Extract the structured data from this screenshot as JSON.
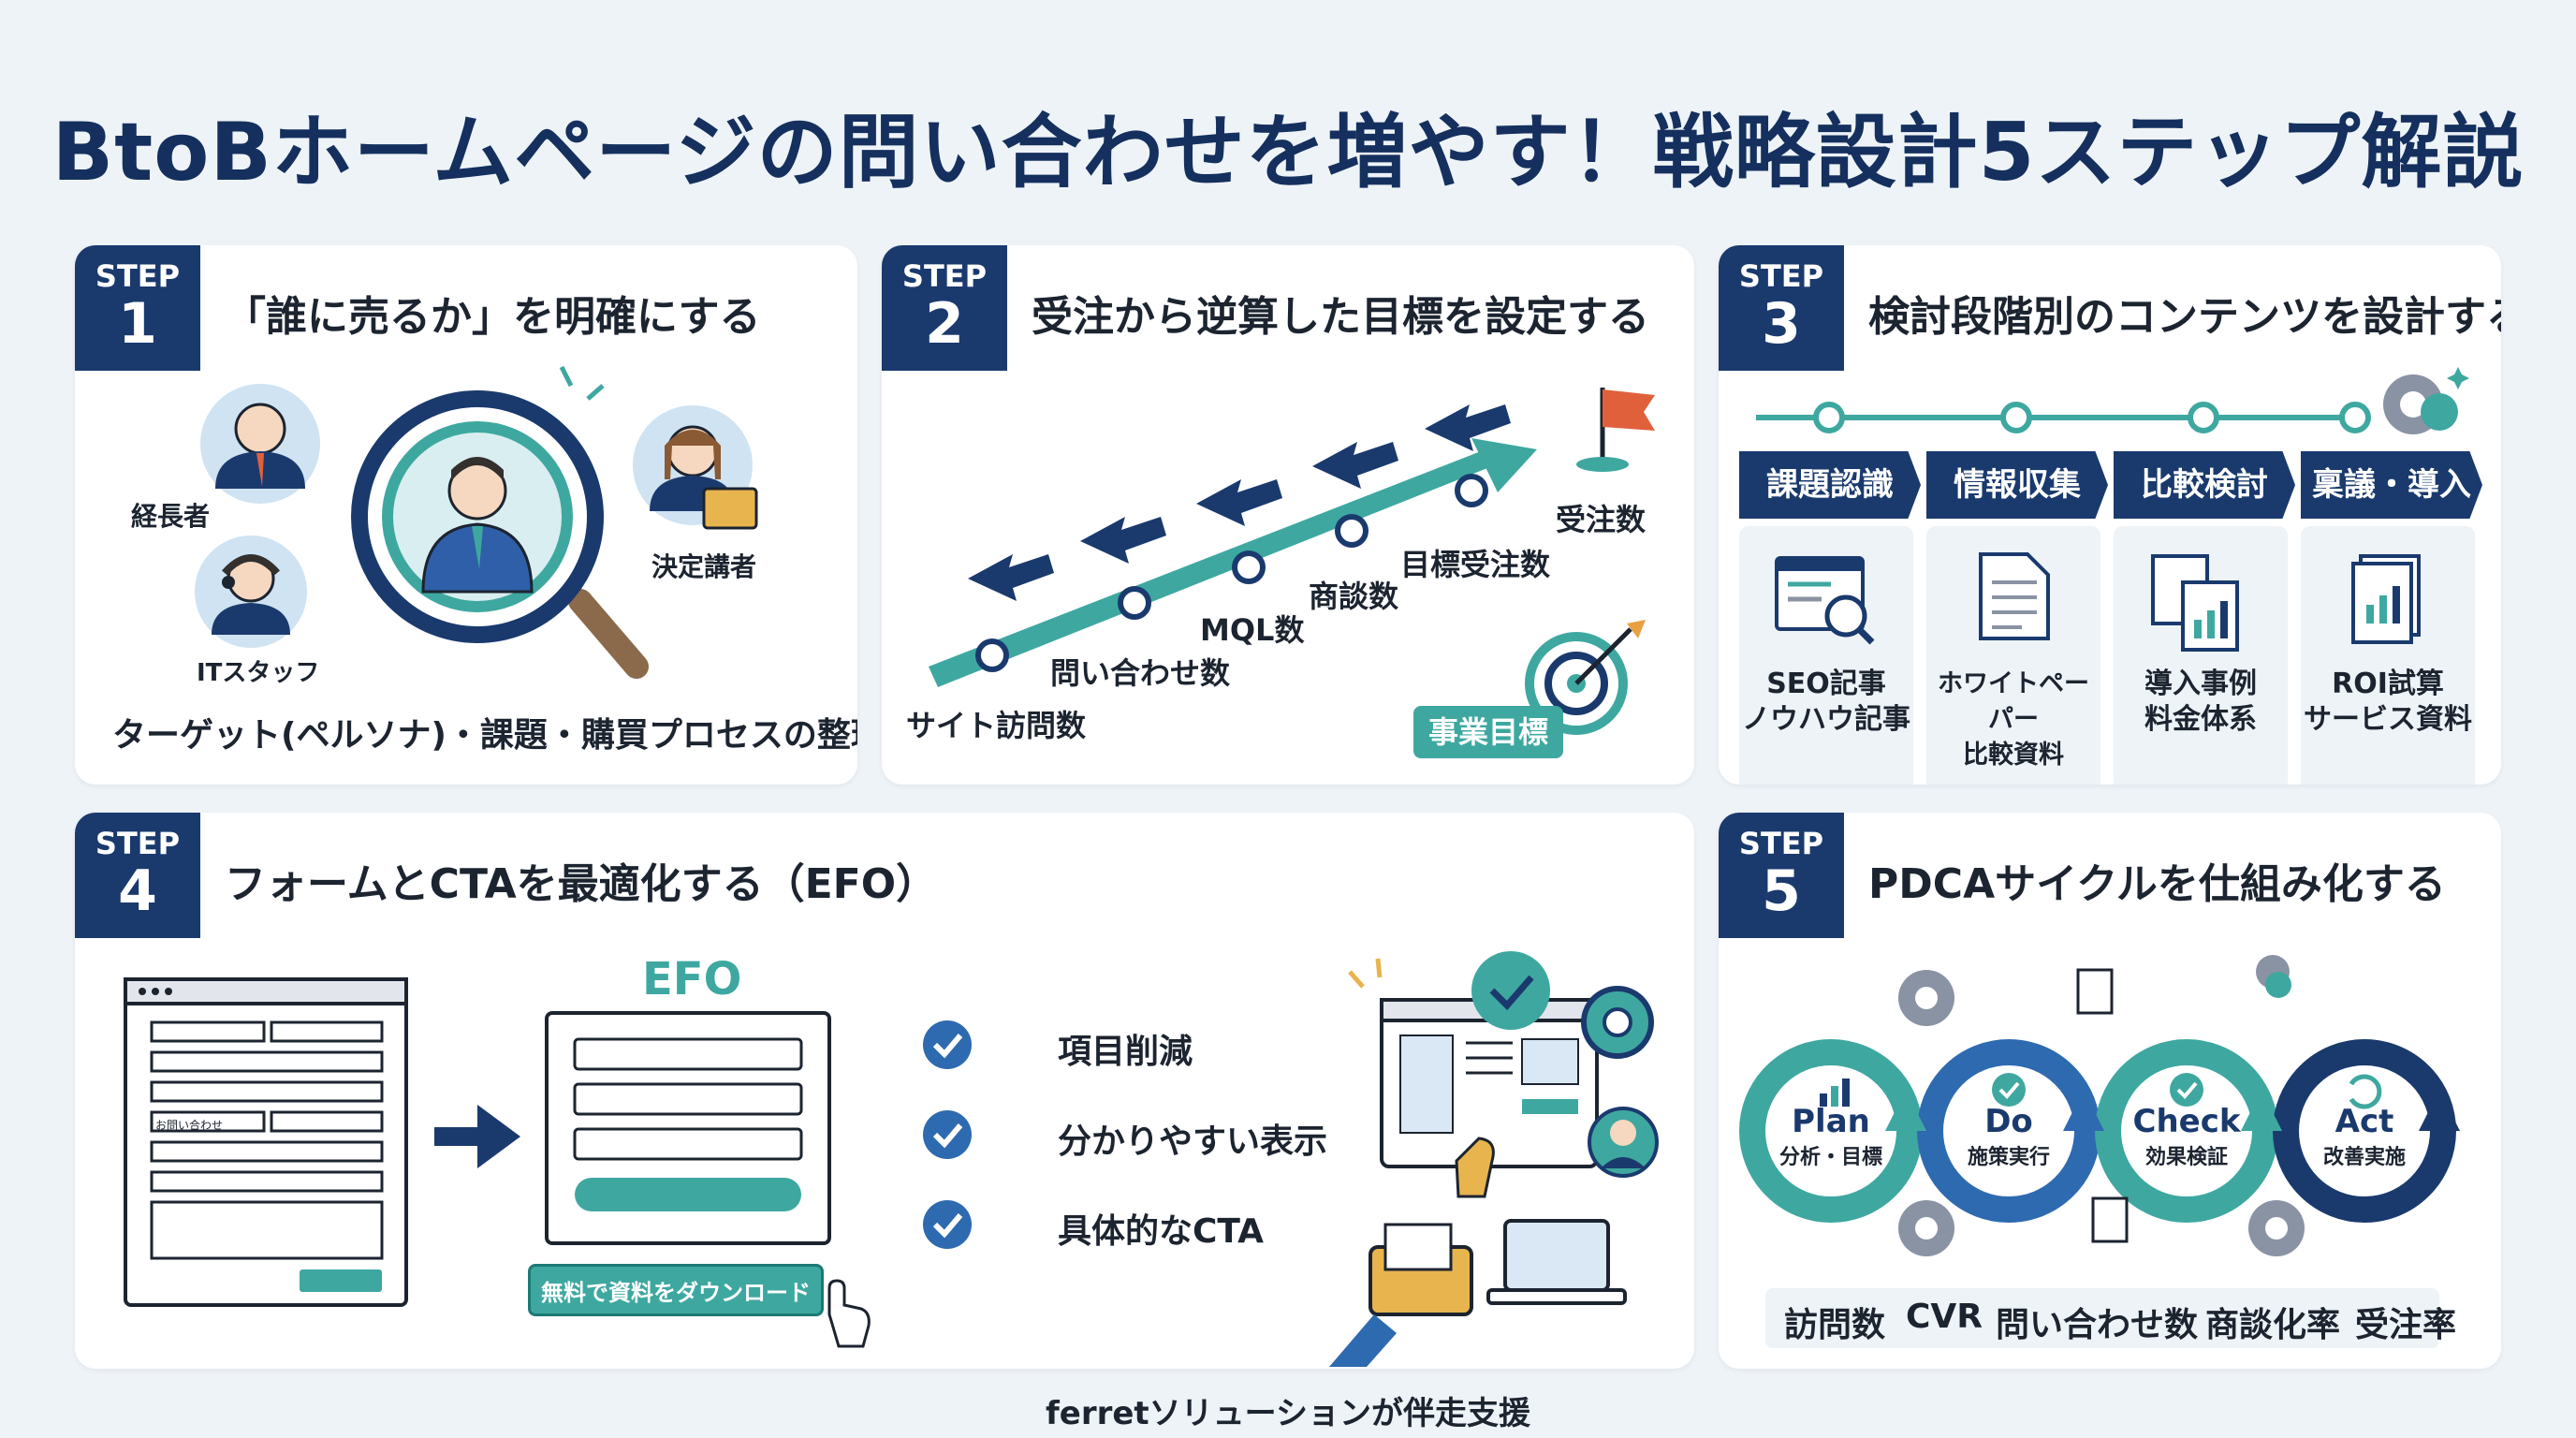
{
  "title": "BtoBホームページの問い合わせを増やす！戦略設計5ステップ解説",
  "step_label": "STEP",
  "colors": {
    "navy": "#1a3a6e",
    "teal": "#3ea8a0",
    "background": "#eef3f7"
  },
  "step1": {
    "num": "1",
    "title": "「誰に売るか」を明確にする",
    "personas": {
      "executive": "経長者",
      "decision_maker": "決定講者",
      "it_staff": "ITスタッフ"
    },
    "caption": "ターゲット(ペルソナ)・課題・購買プロセスの整理"
  },
  "step2": {
    "num": "2",
    "title": "受注から逆算した目標を設定する",
    "funnel": {
      "site_visits": "サイト訪問数",
      "inquiries": "問い合わせ数",
      "mql": "MQL数",
      "deals": "商談数",
      "target_orders": "目標受注数",
      "orders": "受注数"
    },
    "business_goal": "事業目標"
  },
  "step3": {
    "num": "3",
    "title": "検討段階別のコンテンツを設計する",
    "stages": [
      {
        "label": "課題認識",
        "line1": "SEO記事",
        "line2": "ノウハウ記事"
      },
      {
        "label": "情報収集",
        "line1": "ホワイトペーパー",
        "line2": "比較資料"
      },
      {
        "label": "比較検討",
        "line1": "導入事例",
        "line2": "料金体系"
      },
      {
        "label": "稟議・導入",
        "line1": "ROI試算",
        "line2": "サービス資料"
      }
    ]
  },
  "step4": {
    "num": "4",
    "title": "フォームとCTAを最適化する（EFO）",
    "efo_label": "EFO",
    "select_placeholder": "お問い合わせ",
    "cta_button": "無料で資料をダウンロード",
    "checks": [
      "項目削減",
      "分かりやすい表示",
      "具体的なCTA"
    ]
  },
  "step5": {
    "num": "5",
    "title": "PDCAサイクルを仕組み化する",
    "cycle": [
      {
        "name": "Plan",
        "sub": "分析・目標"
      },
      {
        "name": "Do",
        "sub": "施策実行"
      },
      {
        "name": "Check",
        "sub": "効果検証"
      },
      {
        "name": "Act",
        "sub": "改善実施"
      }
    ],
    "metrics": [
      "訪問数",
      "CVR",
      "問い合わせ数",
      "商談化率",
      "受注率"
    ]
  },
  "footer": "ferretソリューションが伴走支援"
}
